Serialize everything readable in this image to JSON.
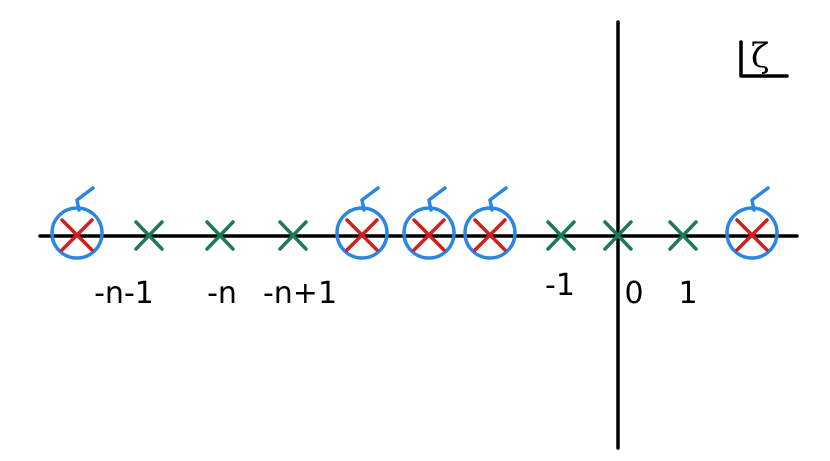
{
  "diagram": {
    "colors": {
      "axis": "#000000",
      "pole": "#d11f1f",
      "zero": "#1e7a55",
      "circle": "#2a86e0"
    },
    "corner_label": "ζ",
    "tick_labels": [
      "-n-1",
      "-n",
      "-n+1",
      "-1",
      "0",
      "1"
    ]
  }
}
